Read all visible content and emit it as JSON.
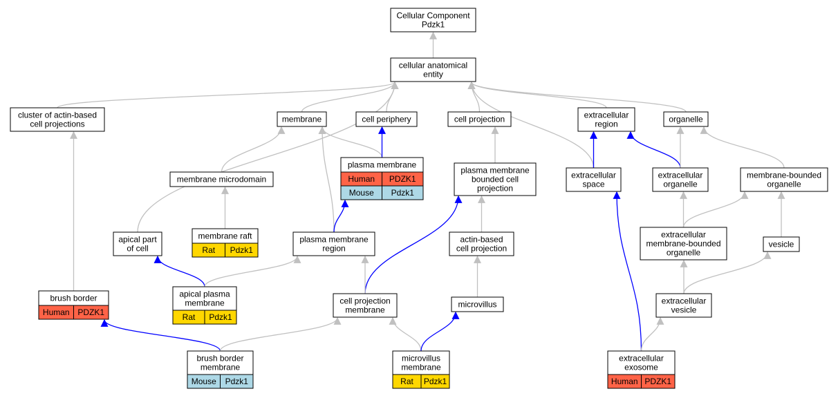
{
  "colors": {
    "edge_gray": "#c0c0c0",
    "edge_blue": "#0000ff",
    "human": "#ff6347",
    "mouse": "#add8e6",
    "rat": "#ffd700",
    "node_border": "#000000"
  },
  "nodes": [
    {
      "id": "cc_root",
      "lines": [
        "Cellular Component",
        "Pdzk1"
      ]
    },
    {
      "id": "cae",
      "lines": [
        "cellular anatomical",
        "entity"
      ]
    },
    {
      "id": "cluster",
      "lines": [
        "cluster of actin-based",
        "cell projections"
      ]
    },
    {
      "id": "membrane",
      "lines": [
        "membrane"
      ]
    },
    {
      "id": "periphery",
      "lines": [
        "cell periphery"
      ]
    },
    {
      "id": "cellproj",
      "lines": [
        "cell projection"
      ]
    },
    {
      "id": "extreg",
      "lines": [
        "extracellular",
        "region"
      ]
    },
    {
      "id": "organelle",
      "lines": [
        "organelle"
      ]
    },
    {
      "id": "pm",
      "lines": [
        "plasma membrane"
      ],
      "annotations": [
        [
          "Human",
          "PDZK1"
        ],
        [
          "Mouse",
          "Pdzk1"
        ]
      ]
    },
    {
      "id": "micro",
      "lines": [
        "membrane microdomain"
      ]
    },
    {
      "id": "pmbcp",
      "lines": [
        "plasma membrane",
        "bounded cell",
        "projection"
      ]
    },
    {
      "id": "extspace",
      "lines": [
        "extracellular",
        "space"
      ]
    },
    {
      "id": "extorg",
      "lines": [
        "extracellular",
        "organelle"
      ]
    },
    {
      "id": "mbo",
      "lines": [
        "membrane-bounded",
        "organelle"
      ]
    },
    {
      "id": "apicalpart",
      "lines": [
        "apical part",
        "of cell"
      ]
    },
    {
      "id": "raft",
      "lines": [
        "membrane raft"
      ],
      "annotations": [
        [
          "Rat",
          "Pdzk1"
        ]
      ]
    },
    {
      "id": "pmr",
      "lines": [
        "plasma membrane",
        "region"
      ]
    },
    {
      "id": "abcp",
      "lines": [
        "actin-based",
        "cell projection"
      ]
    },
    {
      "id": "embo",
      "lines": [
        "extracellular",
        "membrane-bounded",
        "organelle"
      ]
    },
    {
      "id": "vesicle",
      "lines": [
        "vesicle"
      ]
    },
    {
      "id": "brush",
      "lines": [
        "brush border"
      ],
      "annotations": [
        [
          "Human",
          "PDZK1"
        ]
      ]
    },
    {
      "id": "apm",
      "lines": [
        "apical plasma",
        "membrane"
      ],
      "annotations": [
        [
          "Rat",
          "Pdzk1"
        ]
      ]
    },
    {
      "id": "cpm",
      "lines": [
        "cell projection",
        "membrane"
      ]
    },
    {
      "id": "microvillus",
      "lines": [
        "microvillus"
      ]
    },
    {
      "id": "extves",
      "lines": [
        "extracellular",
        "vesicle"
      ]
    },
    {
      "id": "bbm",
      "lines": [
        "brush border",
        "membrane"
      ],
      "annotations": [
        [
          "Mouse",
          "Pdzk1"
        ]
      ]
    },
    {
      "id": "mvm",
      "lines": [
        "microvillus",
        "membrane"
      ],
      "annotations": [
        [
          "Rat",
          "Pdzk1"
        ]
      ]
    },
    {
      "id": "exosome",
      "lines": [
        "extracellular",
        "exosome"
      ],
      "annotations": [
        [
          "Human",
          "PDZK1"
        ]
      ]
    }
  ],
  "edges": [
    {
      "from": "cae",
      "to": "cc_root",
      "style": "gray"
    },
    {
      "from": "cluster",
      "to": "cae",
      "style": "gray"
    },
    {
      "from": "membrane",
      "to": "cae",
      "style": "gray"
    },
    {
      "from": "periphery",
      "to": "cae",
      "style": "gray"
    },
    {
      "from": "cellproj",
      "to": "cae",
      "style": "gray"
    },
    {
      "from": "extreg",
      "to": "cae",
      "style": "gray"
    },
    {
      "from": "organelle",
      "to": "cae",
      "style": "gray"
    },
    {
      "from": "apicalpart",
      "to": "cae",
      "style": "gray"
    },
    {
      "from": "extspace",
      "to": "cae",
      "style": "gray"
    },
    {
      "from": "micro",
      "to": "membrane",
      "style": "gray"
    },
    {
      "from": "pm",
      "to": "membrane",
      "style": "gray"
    },
    {
      "from": "pmr",
      "to": "membrane",
      "style": "gray"
    },
    {
      "from": "pm",
      "to": "periphery",
      "style": "blue"
    },
    {
      "from": "pmbcp",
      "to": "cellproj",
      "style": "gray"
    },
    {
      "from": "extspace",
      "to": "extreg",
      "style": "blue"
    },
    {
      "from": "extorg",
      "to": "extreg",
      "style": "blue"
    },
    {
      "from": "extorg",
      "to": "organelle",
      "style": "gray"
    },
    {
      "from": "mbo",
      "to": "organelle",
      "style": "gray"
    },
    {
      "from": "raft",
      "to": "micro",
      "style": "gray"
    },
    {
      "from": "pmr",
      "to": "pm",
      "style": "blue"
    },
    {
      "from": "abcp",
      "to": "pmbcp",
      "style": "gray"
    },
    {
      "from": "cpm",
      "to": "pmbcp",
      "style": "blue"
    },
    {
      "from": "embo",
      "to": "extorg",
      "style": "gray"
    },
    {
      "from": "embo",
      "to": "mbo",
      "style": "gray"
    },
    {
      "from": "vesicle",
      "to": "mbo",
      "style": "gray"
    },
    {
      "from": "brush",
      "to": "cluster",
      "style": "gray"
    },
    {
      "from": "apm",
      "to": "apicalpart",
      "style": "blue"
    },
    {
      "from": "apm",
      "to": "pmr",
      "style": "gray"
    },
    {
      "from": "cpm",
      "to": "pmr",
      "style": "gray"
    },
    {
      "from": "microvillus",
      "to": "abcp",
      "style": "gray"
    },
    {
      "from": "extves",
      "to": "embo",
      "style": "gray"
    },
    {
      "from": "extves",
      "to": "vesicle",
      "style": "gray"
    },
    {
      "from": "bbm",
      "to": "brush",
      "style": "blue"
    },
    {
      "from": "bbm",
      "to": "cpm",
      "style": "gray"
    },
    {
      "from": "mvm",
      "to": "cpm",
      "style": "gray"
    },
    {
      "from": "mvm",
      "to": "microvillus",
      "style": "blue"
    },
    {
      "from": "exosome",
      "to": "extspace",
      "style": "blue"
    },
    {
      "from": "exosome",
      "to": "extves",
      "style": "gray"
    }
  ]
}
